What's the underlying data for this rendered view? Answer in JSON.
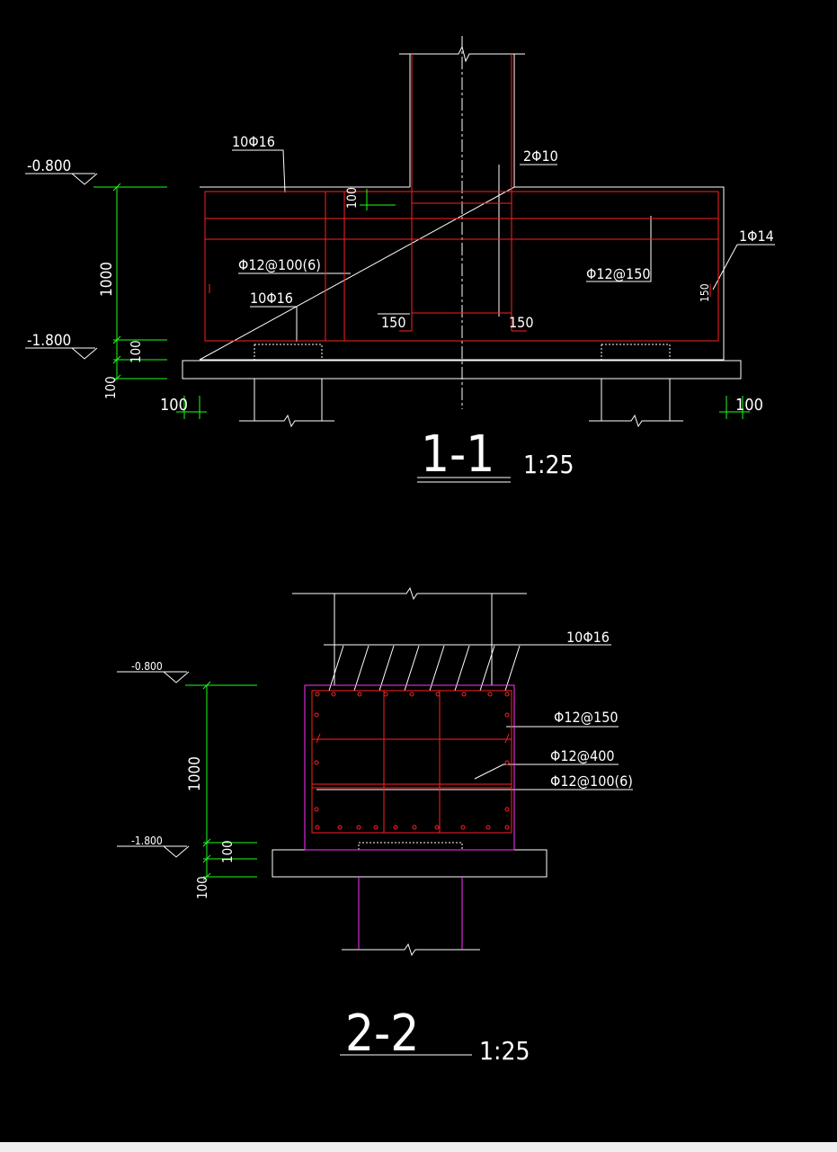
{
  "colors": {
    "background": "#000000",
    "outline": "#ffffff",
    "rebar": "#ff0000",
    "dimension": "#00ff00",
    "column": "#ff00ff"
  },
  "section_1": {
    "title": "1-1",
    "scale": "1:25",
    "elevation_top": "-0.800",
    "elevation_bottom": "-1.800",
    "dim_height": "1000",
    "dim_cover": "100",
    "dim_pad": "100",
    "dim_base": "100",
    "dim_left": "100",
    "dim_right": "100",
    "top_bars": "10Φ16",
    "bottom_bars": "10Φ16",
    "stirrups_main": "Φ12@100(6)",
    "side_bars": "Φ12@150",
    "col_bars": "2Φ10",
    "end_bar": "1Φ14",
    "hook_left": "150",
    "hook_right": "150",
    "hook_side": "150"
  },
  "section_2": {
    "title": "2-2",
    "scale": "1:25",
    "elevation_top": "-0.800",
    "elevation_bottom": "-1.800",
    "dim_height": "1000",
    "dim_pad": "100",
    "dim_base": "100",
    "top_bars": "10Φ16",
    "stirrups_a": "Φ12@150",
    "stirrups_b": "Φ12@400",
    "stirrups_c": "Φ12@100(6)"
  }
}
